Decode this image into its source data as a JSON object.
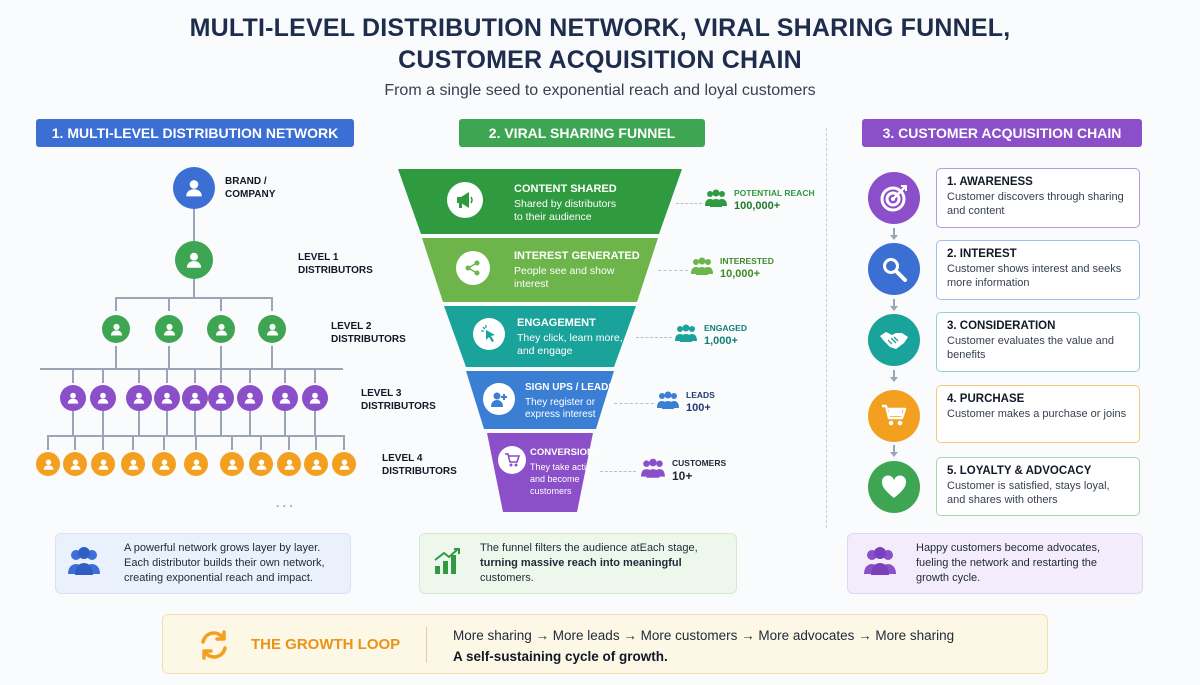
{
  "title_line1": "MULTI-LEVEL DISTRIBUTION NETWORK, VIRAL SHARING FUNNEL,",
  "title_line2": "CUSTOMER ACQUISITION CHAIN",
  "subtitle": "From a single seed to exponential reach and loyal customers",
  "colors": {
    "blue": "#3b6fd4",
    "green": "#3ea653",
    "purple": "#8a4fc9",
    "orange": "#f3a020",
    "teal": "#1aa39b",
    "navy": "#1e2d4d"
  },
  "network": {
    "header": "1. MULTI-LEVEL DISTRIBUTION NETWORK",
    "brand_label_1": "BRAND /",
    "brand_label_2": "COMPANY",
    "levels": [
      {
        "line1": "LEVEL 1",
        "line2": "DISTRIBUTORS"
      },
      {
        "line1": "LEVEL 2",
        "line2": "DISTRIBUTORS"
      },
      {
        "line1": "LEVEL 3",
        "line2": "DISTRIBUTORS"
      },
      {
        "line1": "LEVEL 4",
        "line2": "DISTRIBUTORS"
      }
    ],
    "more": ". . .",
    "summary": "A powerful network grows layer by layer. Each distributor builds their own network, creating exponential reach and impact."
  },
  "funnel": {
    "header": "2. VIRAL SHARING FUNNEL",
    "stages": [
      {
        "title": "CONTENT SHARED",
        "desc1": "Shared by distributors",
        "desc2": "to their audience",
        "stat_label": "POTENTIAL REACH",
        "stat_value": "100,000+",
        "icon": "megaphone-icon"
      },
      {
        "title": "INTEREST GENERATED",
        "desc1": "People see and show",
        "desc2": "interest",
        "stat_label": "INTERESTED",
        "stat_value": "10,000+",
        "icon": "share-icon"
      },
      {
        "title": "ENGAGEMENT",
        "desc1": "They click, learn more,",
        "desc2": "and engage",
        "stat_label": "ENGAGED",
        "stat_value": "1,000+",
        "icon": "cursor-click-icon"
      },
      {
        "title": "SIGN UPS / LEADS",
        "desc1": "They register or",
        "desc2": "express interest",
        "stat_label": "LEADS",
        "stat_value": "100+",
        "icon": "add-user-icon"
      },
      {
        "title": "CONVERSIONS",
        "desc1": "They take action",
        "desc2": "and become",
        "desc3": "customers",
        "stat_label": "CUSTOMERS",
        "stat_value": "10+",
        "icon": "cart-icon"
      }
    ],
    "summary_1": "The funnel filters the audience atEach stage,",
    "summary_2": "turning massive reach into meaningful",
    "summary_3": "customers."
  },
  "chain": {
    "header": "3. CUSTOMER ACQUISITION CHAIN",
    "steps": [
      {
        "title": "1. AWARENESS",
        "desc": "Customer discovers through sharing and content",
        "icon": "target-icon"
      },
      {
        "title": "2. INTEREST",
        "desc": "Customer shows interest and seeks more information",
        "icon": "magnifier-icon"
      },
      {
        "title": "3. CONSIDERATION",
        "desc": "Customer evaluates the value and benefits",
        "icon": "handshake-icon"
      },
      {
        "title": "4. PURCHASE",
        "desc": "Customer makes a purchase or joins",
        "icon": "cart-icon"
      },
      {
        "title": "5. LOYALTY & ADVOCACY",
        "desc": "Customer is satisfied, stays loyal, and shares with others",
        "icon": "heart-icon"
      }
    ],
    "summary": "Happy customers become advocates, fueling the network and restarting the growth cycle."
  },
  "loop": {
    "label": "THE GROWTH LOOP",
    "cycle": "More sharing → More leads → More customers → More advocates → More sharing",
    "tagline": "A self-sustaining cycle of growth."
  }
}
